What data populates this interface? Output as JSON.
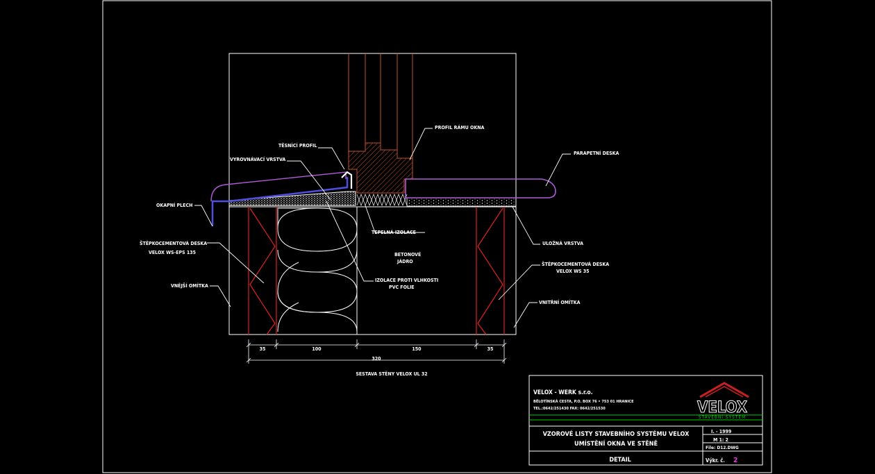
{
  "labels": {
    "tesnici_profil": "TĚSNÍCÍ PROFIL",
    "vyrovnavaci_vrstva": "VYROVNÁVACÍ VRSTVA",
    "profil_ramu_okna": "PROFIL RÁMU OKNA",
    "parapetni_deska": "PARAPETNÍ DESKA",
    "okapni_plech": "OKAPNÍ PLECH",
    "stepkocementova_deska_ext_1": "ŠTĚPKOCEMENTOVÁ DESKA",
    "stepkocementova_deska_ext_2": "VELOX WS-EPS 135",
    "vnejsi_omitka": "VNĚJŠÍ OMÍTKA",
    "tepelna_izolace": "TEPELNÁ IZOLACE",
    "betonove_jadro_1": "BETONOVÉ",
    "betonove_jadro_2": "JÁDRO",
    "izolace_proti_vlhkosti_1": "IZOLACE PROTI VLHKOSTI",
    "izolace_proti_vlhkosti_2": "PVC FOLIE",
    "ulozna_vrstva": "ULOŽNÁ VRSTVA",
    "stepkocementova_deska_int_1": "ŠTĚPKOCEMENTOVÁ DESKA",
    "stepkocementova_deska_int_2": "VELOX WS 35",
    "vnitrni_omitka": "VNITŘNÍ OMÍTKA"
  },
  "dimensions": {
    "d35a": "35",
    "d100": "100",
    "d150": "150",
    "d35b": "35",
    "total": "320"
  },
  "caption": "SESTAVA STĚNY VELOX UL 32",
  "title_block": {
    "company": "VELOX - WERK s.r.o.",
    "address": "BĚLOTÍNSKÁ CESTA, P.O. BOX 76 • 753 01 HRANICE",
    "contact": "TEL.:0642/251430 FAX: 0642/251530",
    "logo_text": "VELOX",
    "logo_subtext": "STAVEBNÍ SYSTÉM",
    "title_line1": "VZOROVÉ LISTY STAVEBNÍHO SYSTÉMU VELOX",
    "title_line2": "UMÍSTĚNÍ OKNA VE STĚNĚ",
    "detail": "DETAIL",
    "date": "I. - 1999",
    "scale": "M 1: 2",
    "file": "File: D12.DWG",
    "sheet_label": "Výkr. č.",
    "sheet_number": "2"
  },
  "colors": {
    "background": "#000000",
    "lines": "#ffffff",
    "board_red": "#e02020",
    "frame_brown": "#c0502a",
    "sill_purple": "#b05ad8",
    "flashing_blue": "#4f4fe0",
    "title_green": "#00cc00",
    "logo_red": "#cc2020",
    "sheet_magenta": "#e040e0"
  }
}
